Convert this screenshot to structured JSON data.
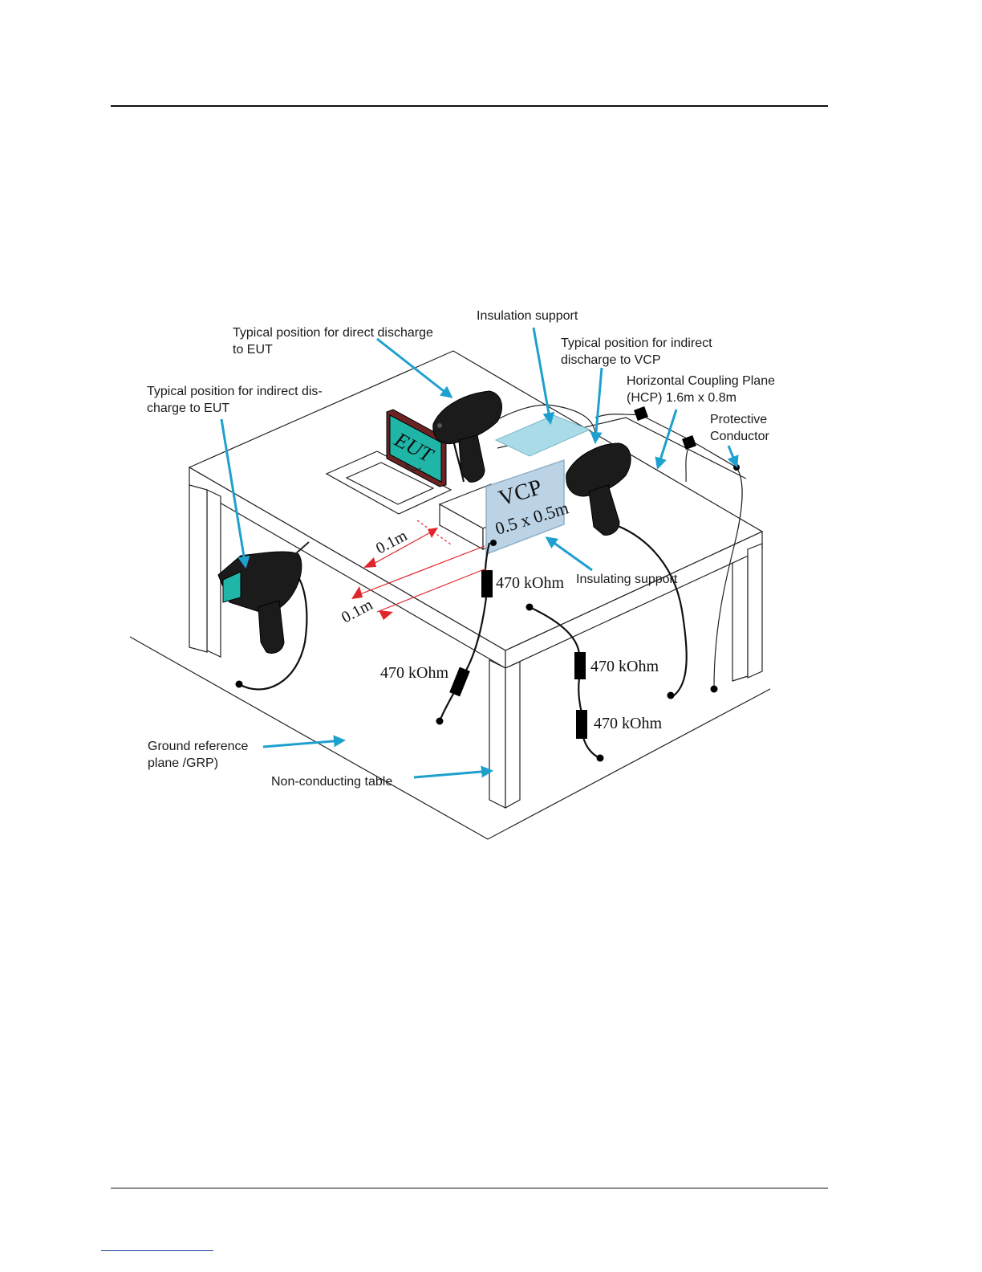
{
  "labels": {
    "insulation_support": "Insulation support",
    "direct_discharge_eut_1": "Typical position for direct discharge",
    "direct_discharge_eut_2": "to EUT",
    "indirect_discharge_vcp_1": "Typical position for indirect",
    "indirect_discharge_vcp_2": "discharge to VCP",
    "hcp_1": "Horizontal Coupling Plane",
    "hcp_2": "(HCP) 1.6m x 0.8m",
    "protective_1": "Protective",
    "protective_2": "Conductor",
    "indirect_discharge_eut_1": "Typical position for indirect dis-",
    "indirect_discharge_eut_2": "charge to EUT",
    "eut": "EUT",
    "vcp": "VCP",
    "vcp_size": "0.5 x 0.5m",
    "distance_1": "0.1m",
    "distance_2": "0.1m",
    "resistor_vcp_top": "470 kOhm",
    "resistor_vcp_bottom": "470 kOhm",
    "resistor_hcp_top": "470 kOhm",
    "resistor_hcp_bottom": "470 kOhm",
    "insulating_support": "Insulating support",
    "grp_1": "Ground reference",
    "grp_2": "plane /GRP)",
    "table": "Non-conducting table"
  },
  "colors": {
    "callout_arrow": "#1ea0cf",
    "distance_arrow": "#e0262b",
    "eut_screen": "#1fb6a8",
    "vcp_plane": "#bcd3e6",
    "insulation_strip": "#a9dbe8"
  }
}
